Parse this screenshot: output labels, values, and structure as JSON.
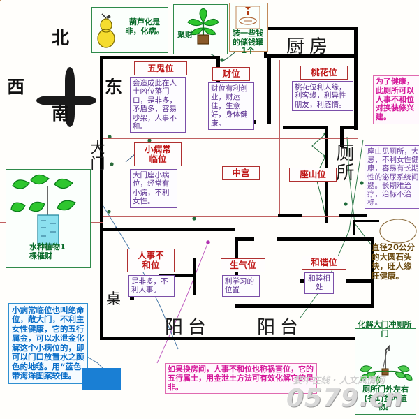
{
  "compass": {
    "north": "北",
    "south": "南",
    "east": "东",
    "west": "西"
  },
  "rooms": [
    {
      "name": "厨房"
    },
    {
      "name": "厕所"
    },
    {
      "name": "大门"
    },
    {
      "name": "桌"
    },
    {
      "name": "阳台"
    },
    {
      "name": "阳台"
    },
    {
      "name": "中宫"
    }
  ],
  "positions": [
    {
      "id": "wugui",
      "title": "五鬼位",
      "desc": "会造成此在人土凶位落门口，是非多，矛盾多，容易吵架，人事不和。"
    },
    {
      "id": "caiwei",
      "title": "财位",
      "desc": "财位有利创业，财运佳，生意好，身体健康。"
    },
    {
      "id": "taohua",
      "title": "桃花位",
      "desc": "桃花位利人缘，利客缘，利异性朋友，利感情。"
    },
    {
      "id": "xiaobing",
      "title": "小病常\n临位",
      "desc": "大门座小病位，经常有小病，不利女性。"
    },
    {
      "id": "zhonggong",
      "title": "中宫",
      "desc": ""
    },
    {
      "id": "zuoshan",
      "title": "座山位",
      "desc": ""
    },
    {
      "id": "renshi",
      "title": "人事不\n和位",
      "desc": "是非多，不利人事。"
    },
    {
      "id": "shengqi",
      "title": "生气位",
      "desc": "利学习的位置"
    },
    {
      "id": "hexie",
      "title": "和谐位",
      "desc": "和睦相处"
    }
  ],
  "tips": {
    "gourd": "葫芦化是非，化病。",
    "money_plant": "聚财",
    "piggy_bank": "装一些钱的储钱罐1个",
    "water_plant": "水种植物1棵催财",
    "door_toilet_title": "化解大门冲厕所门",
    "door_toilet_body": "厕所门外左右(各1)盆叶植物。"
  },
  "notes": {
    "toilet_swap": "为了健康，此厕所可以人事不和位对换装修兴建。",
    "zuoshan_toilet": "座山见厕所，大忌，不利女性健康，容易有长期性的泌尿系统问题。长期难治疗，治标不治标。",
    "stone": "直径20公分的大圆石头块，旺人缘旺健康。",
    "xiaobing_fix": "小病常临位也叫绝命位，敞大门，不利主女性健康，它的五行属金，可以水泄金化解这个小病位的，即可以门口放置水之颜色的地毯。用“蓝色带海洋图案较佳。",
    "renshi_fix": "如果换房间，人事不和位也称祸害位，它的五行属土，用金泄土方法可有效化解它的是非。"
  },
  "watermark": {
    "site": "0579.cn",
    "sub": "婺中在线 · 人文风情网"
  },
  "colors": {
    "title_red": "#c01818",
    "desc_purple": "#5a2f90",
    "tip_green": "#0a6b2a",
    "note_pink": "#d6189a",
    "note_blue": "#0a6ec8",
    "note_brown": "#6b4a10",
    "carpet_blue": "#1a7fd4"
  }
}
